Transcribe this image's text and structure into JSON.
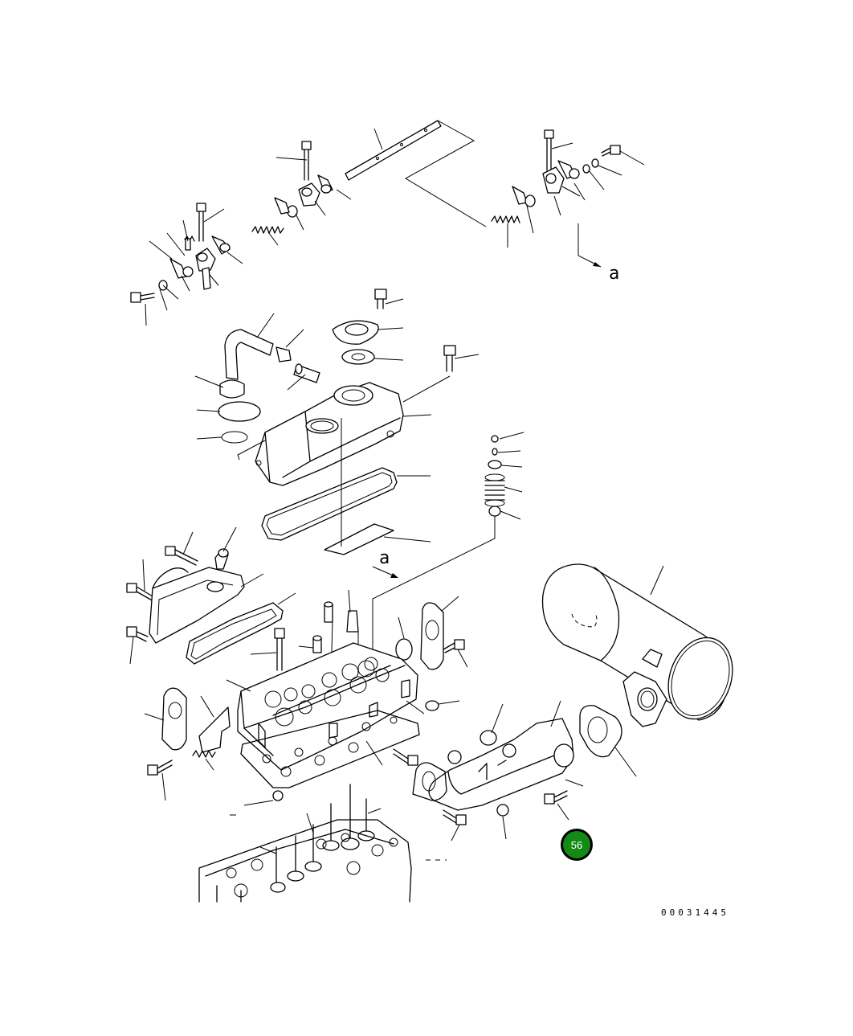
{
  "diagram": {
    "view_label_top": "a",
    "view_label_mid": "a",
    "part_number": "00031445",
    "callout": {
      "number": "56",
      "fill": "#138a13",
      "ring": "#000000"
    }
  }
}
